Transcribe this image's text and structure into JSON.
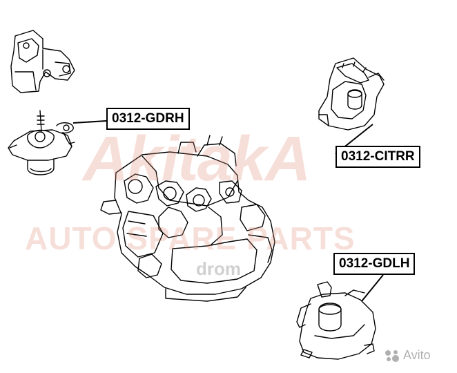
{
  "watermark": {
    "brand": "AkitakA",
    "tagline": "AUTO SPARE PARTS",
    "color": "#e18c78"
  },
  "corner_badge": {
    "text": "Avito",
    "icon": "avito-dots-icon"
  },
  "center_mark": {
    "text": "drom"
  },
  "callouts": [
    {
      "id": "gdrh",
      "text": "0312-GDRH"
    },
    {
      "id": "citrr",
      "text": "0312-CITRR"
    },
    {
      "id": "gdlh",
      "text": "0312-GDLH"
    }
  ],
  "parts": [
    {
      "name": "bracket-top-left"
    },
    {
      "name": "mount-right-engine"
    },
    {
      "name": "mount-rear-torque"
    },
    {
      "name": "mount-left-engine"
    },
    {
      "name": "engine-block"
    }
  ]
}
